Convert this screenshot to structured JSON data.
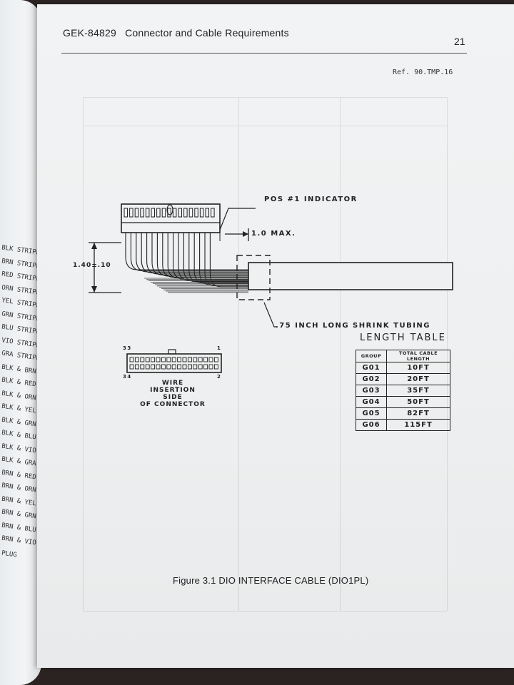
{
  "header": {
    "doc_code": "GEK-84829",
    "title": "Connector and Cable Requirements",
    "page_number": "21"
  },
  "reference": "Ref. 90.TMP.16",
  "drawing": {
    "pos_indicator": "POS #1 INDICATOR",
    "max_dim": "1.0 MAX.",
    "height_dim": "1.40±.10",
    "shrink_tubing": ".75 INCH LONG SHRINK TUBING",
    "pin_33": "33",
    "pin_1": "1",
    "pin_34": "34",
    "pin_2": "2",
    "connector_label": [
      "WIRE",
      "INSERTION",
      "SIDE",
      "OF CONNECTOR"
    ]
  },
  "length_table": {
    "title": "LENGTH TABLE",
    "headers": [
      "GROUP",
      "TOTAL CABLE LENGTH"
    ],
    "rows": [
      {
        "group": "G01",
        "length": "10FT"
      },
      {
        "group": "G02",
        "length": "20FT"
      },
      {
        "group": "G03",
        "length": "35FT"
      },
      {
        "group": "G04",
        "length": "50FT"
      },
      {
        "group": "G05",
        "length": "82FT"
      },
      {
        "group": "G06",
        "length": "115FT"
      }
    ]
  },
  "caption": "Figure 3.1  DIO INTERFACE CABLE (DIO1PL)",
  "left_page_fragments": [
    "BLK STRIPE",
    "BRN STRIPE",
    "RED STRIPE",
    "ORN STRIPE",
    "YEL STRIPE",
    "GRN STRIPE",
    "BLU STRIPE",
    "VIO STRIPE",
    "GRA STRIPE",
    "BLK & BRN",
    "BLK & RED",
    "BLK & ORN",
    "BLK & YEL",
    "BLK & GRN",
    "BLK & BLU",
    "BLK & VIO",
    "BLK & GRA",
    "BRN & RED",
    "BRN & ORN",
    "BRN & YEL",
    "BRN & GRN",
    "BRN & BLU",
    "BRN & VIO",
    "PLUG"
  ]
}
